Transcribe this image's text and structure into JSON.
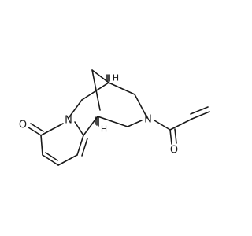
{
  "molecule": {
    "atom_labels": {
      "n_ring": "N",
      "n_amide": "N",
      "o_pyridone": "O",
      "o_acyl": "O",
      "h_top": "H",
      "h_bottom": "H"
    },
    "colors": {
      "bond": "#1a1a1a",
      "label": "#1a1a1a"
    }
  }
}
